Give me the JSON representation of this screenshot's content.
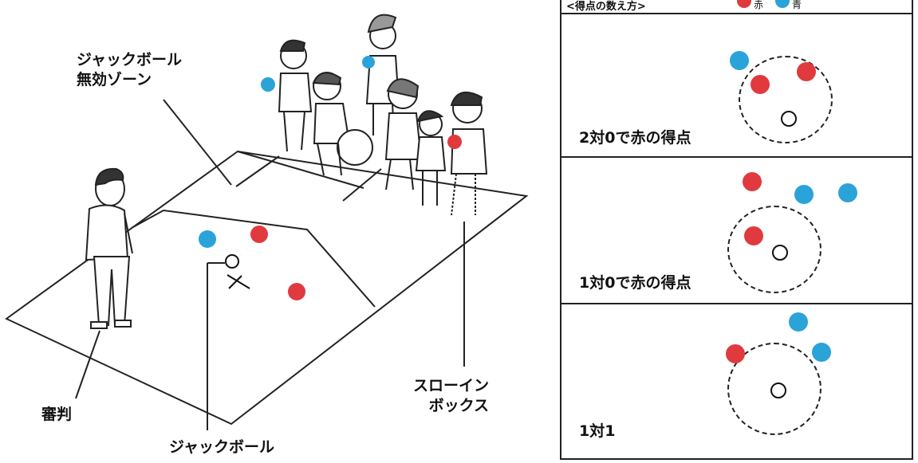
{
  "colors": {
    "red": "#e03a3e",
    "blue": "#2aa3d8",
    "line": "#222222"
  },
  "labels": {
    "no_jack_zone": "ジャックボール\n無効ゾーン",
    "referee": "審判",
    "jack_ball": "ジャックボール",
    "throw_in_box": "スローイン\nボックス"
  },
  "scoring": {
    "title": "<得点の数え方>",
    "legend": [
      {
        "color": "red",
        "label": "赤"
      },
      {
        "color": "blue",
        "label": "青"
      }
    ],
    "cases": [
      {
        "caption": "2対0で赤の得点",
        "red_points": 2,
        "blue_points": 0
      },
      {
        "caption": "1対0で赤の得点",
        "red_points": 1,
        "blue_points": 0
      },
      {
        "caption": "1対1",
        "red_points": 1,
        "blue_points": 1
      }
    ]
  }
}
